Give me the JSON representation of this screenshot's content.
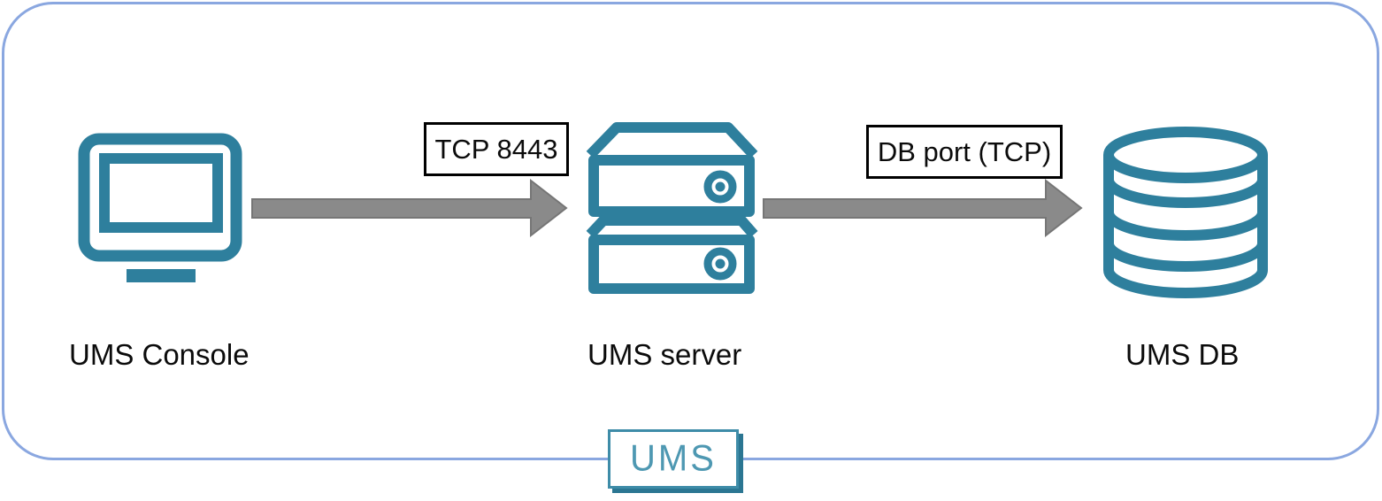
{
  "diagram": {
    "nodes": [
      {
        "id": "ums-console",
        "label": "UMS Console",
        "icon": "monitor-icon"
      },
      {
        "id": "ums-server",
        "label": "UMS server",
        "icon": "server-icon"
      },
      {
        "id": "ums-db",
        "label": "UMS DB",
        "icon": "database-icon"
      }
    ],
    "connections": [
      {
        "from": "ums-console",
        "to": "ums-server",
        "label": "TCP 8443",
        "direction": "right"
      },
      {
        "from": "ums-server",
        "to": "ums-db",
        "label": "DB port (TCP)",
        "direction": "right"
      }
    ],
    "footer_badge": {
      "text": "UMS"
    },
    "colors": {
      "icon_teal": "#2E7F9D",
      "arrow_gray": "#8A8A8A",
      "boundary_blue": "#8AA7E0",
      "port_label_border": "#000000",
      "badge_border": "#3E8CA8",
      "badge_shadow": "#2B7692",
      "badge_text": "#4E98B2",
      "label_text": "#0B0B0B"
    }
  }
}
